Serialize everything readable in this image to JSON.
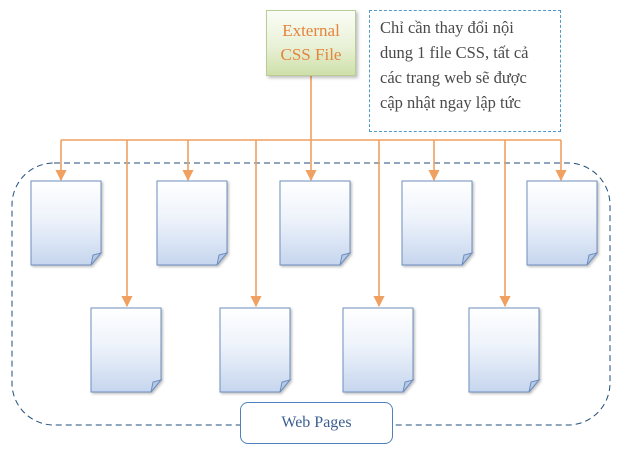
{
  "css_file": {
    "line1": "External",
    "line2": "CSS File"
  },
  "note": {
    "lines": [
      "Chỉ cần thay đổi nội",
      "dung 1 file CSS, tất cả",
      "các trang web sẽ được",
      "cập nhật ngay lập tức"
    ]
  },
  "group": {
    "label": "Web Pages"
  },
  "page_count": 9,
  "colors": {
    "arrow": "#f0a060",
    "dashed_border": "#1f4e79",
    "page_border": "#6d8ebf",
    "page_fill_top": "#ffffff",
    "page_fill_bottom": "#c6d6ee",
    "css_text": "#e4843d"
  }
}
